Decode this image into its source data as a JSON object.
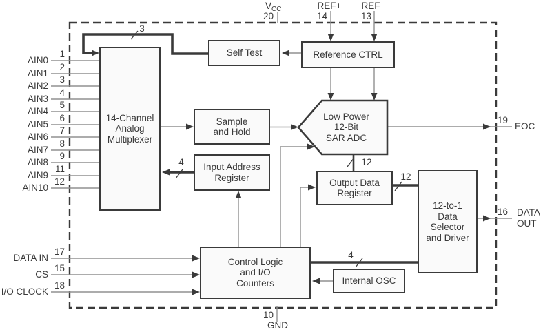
{
  "blocks": {
    "mux": {
      "lines": [
        "14-Channel",
        "Analog",
        "Multiplexer"
      ]
    },
    "self_test": {
      "lines": [
        "Self Test"
      ]
    },
    "reference_ctrl": {
      "lines": [
        "Reference CTRL"
      ]
    },
    "sample_hold": {
      "lines": [
        "Sample",
        "and Hold"
      ]
    },
    "sar_adc": {
      "lines": [
        "Low Power",
        "12-Bit",
        "SAR ADC"
      ]
    },
    "input_address_register": {
      "lines": [
        "Input Address",
        "Register"
      ]
    },
    "output_data_register": {
      "lines": [
        "Output Data",
        "Register"
      ]
    },
    "data_selector": {
      "lines": [
        "12-to-1",
        "Data",
        "Selector",
        "and Driver"
      ]
    },
    "control_logic": {
      "lines": [
        "Control Logic",
        "and I/O",
        "Counters"
      ]
    },
    "internal_osc": {
      "lines": [
        "Internal OSC"
      ]
    }
  },
  "pins": {
    "vcc": {
      "label": "V",
      "label_sub": "CC",
      "number": "20"
    },
    "ref_plus": {
      "label": "REF+",
      "number": "14"
    },
    "ref_minus": {
      "label": "REF−",
      "number": "13"
    },
    "analog_inputs": [
      {
        "label": "AIN0",
        "number": "1"
      },
      {
        "label": "AIN1",
        "number": "2"
      },
      {
        "label": "AIN2",
        "number": "3"
      },
      {
        "label": "AIN3",
        "number": "4"
      },
      {
        "label": "AIN4",
        "number": "5"
      },
      {
        "label": "AIN5",
        "number": "6"
      },
      {
        "label": "AIN6",
        "number": "7"
      },
      {
        "label": "AIN7",
        "number": "8"
      },
      {
        "label": "AIN8",
        "number": "9"
      },
      {
        "label": "AIN9",
        "number": "11"
      },
      {
        "label": "AIN10",
        "number": "12"
      }
    ],
    "data_in": {
      "label": "DATA IN",
      "number": "17"
    },
    "chip_select": {
      "label": "CS",
      "number": "15",
      "active_low": true
    },
    "io_clock": {
      "label": "I/O CLOCK",
      "number": "18"
    },
    "eoc": {
      "label": "EOC",
      "number": "19"
    },
    "data_out": {
      "lines": [
        "DATA",
        "OUT"
      ],
      "number": "16"
    },
    "gnd": {
      "label": "GND",
      "number": "10"
    }
  },
  "bus_widths": {
    "self_test_to_mux": "3",
    "address_to_mux": "4",
    "adc_to_output_register": "12",
    "output_register_to_selector": "12",
    "control_to_selector": "4"
  },
  "colors": {
    "ink": "#3a3a3a",
    "wire": "#909090",
    "block_fill": "#fafafa",
    "background": "#ffffff"
  }
}
